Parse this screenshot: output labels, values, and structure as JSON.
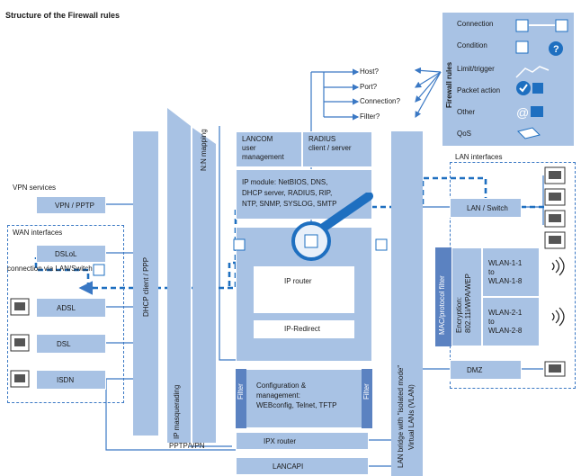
{
  "title": "Structure of the Firewall rules",
  "legend": {
    "heading": "Firewall rules",
    "items": [
      {
        "label": "Connection",
        "icon": "connection-icon"
      },
      {
        "label": "Condition",
        "icon": "condition-icon"
      },
      {
        "label": "Limit/trigger",
        "icon": "limit-trigger-icon"
      },
      {
        "label": "Packet action",
        "icon": "packet-action-icon"
      },
      {
        "label": "Other",
        "icon": "other-icon"
      },
      {
        "label": "QoS",
        "icon": "qos-icon"
      }
    ]
  },
  "questions": [
    "Host?",
    "Port?",
    "Connection?",
    "Filter?"
  ],
  "modules": {
    "lancom_user": "LANCOM\nuser\nmanagement",
    "radius": "RADIUS\nclient / server",
    "ip_module": "IP module: NetBIOS, DNS,\nDHCP server, RADIUS, RIP,\nNTP, SNMP, SYSLOG, SMTP",
    "ip_router": "IP router",
    "ip_redirect": "IP-Redirect",
    "config": "Configuration &\nmanagement:\nWEBconfig, Telnet, TFTP",
    "filter_left": "Filter",
    "filter_right": "Filter",
    "ipx_router": "IPX router",
    "lancapi": "LANCAPI",
    "pptp_vpn": "PPTP/VPN"
  },
  "vertical": {
    "dhcp": "DHCP client / PPP",
    "nn": "N:N mapping",
    "masq": "IP masquerading",
    "lanbridge1": "LAN bridge with \"isolated mode\"",
    "lanbridge2": "Virtual LANs (VLAN)",
    "mac_filter": "MAC/protocol filter",
    "encryption": "Encryption:\n802.11i/WPA/WEP"
  },
  "left": {
    "vpn_services": "VPN services",
    "vpn_pptp": "VPN / PPTP",
    "wan_interfaces": "WAN interfaces",
    "dslol": "DSLoL",
    "dslol_note": "connection via LAN/Switch",
    "adsl": "ADSL",
    "dsl": "DSL",
    "isdn": "ISDN"
  },
  "right": {
    "lan_interfaces": "LAN interfaces",
    "lan_switch": "LAN / Switch",
    "wlan1": "WLAN-1-1\nto\nWLAN-1-8",
    "wlan2": "WLAN-2-1\nto\nWLAN-2-8",
    "dmz": "DMZ"
  },
  "colors": {
    "light": "#a8c2e4",
    "dark": "#5b82c1",
    "line": "#3a78c4",
    "accent": "#1e6fc0"
  }
}
